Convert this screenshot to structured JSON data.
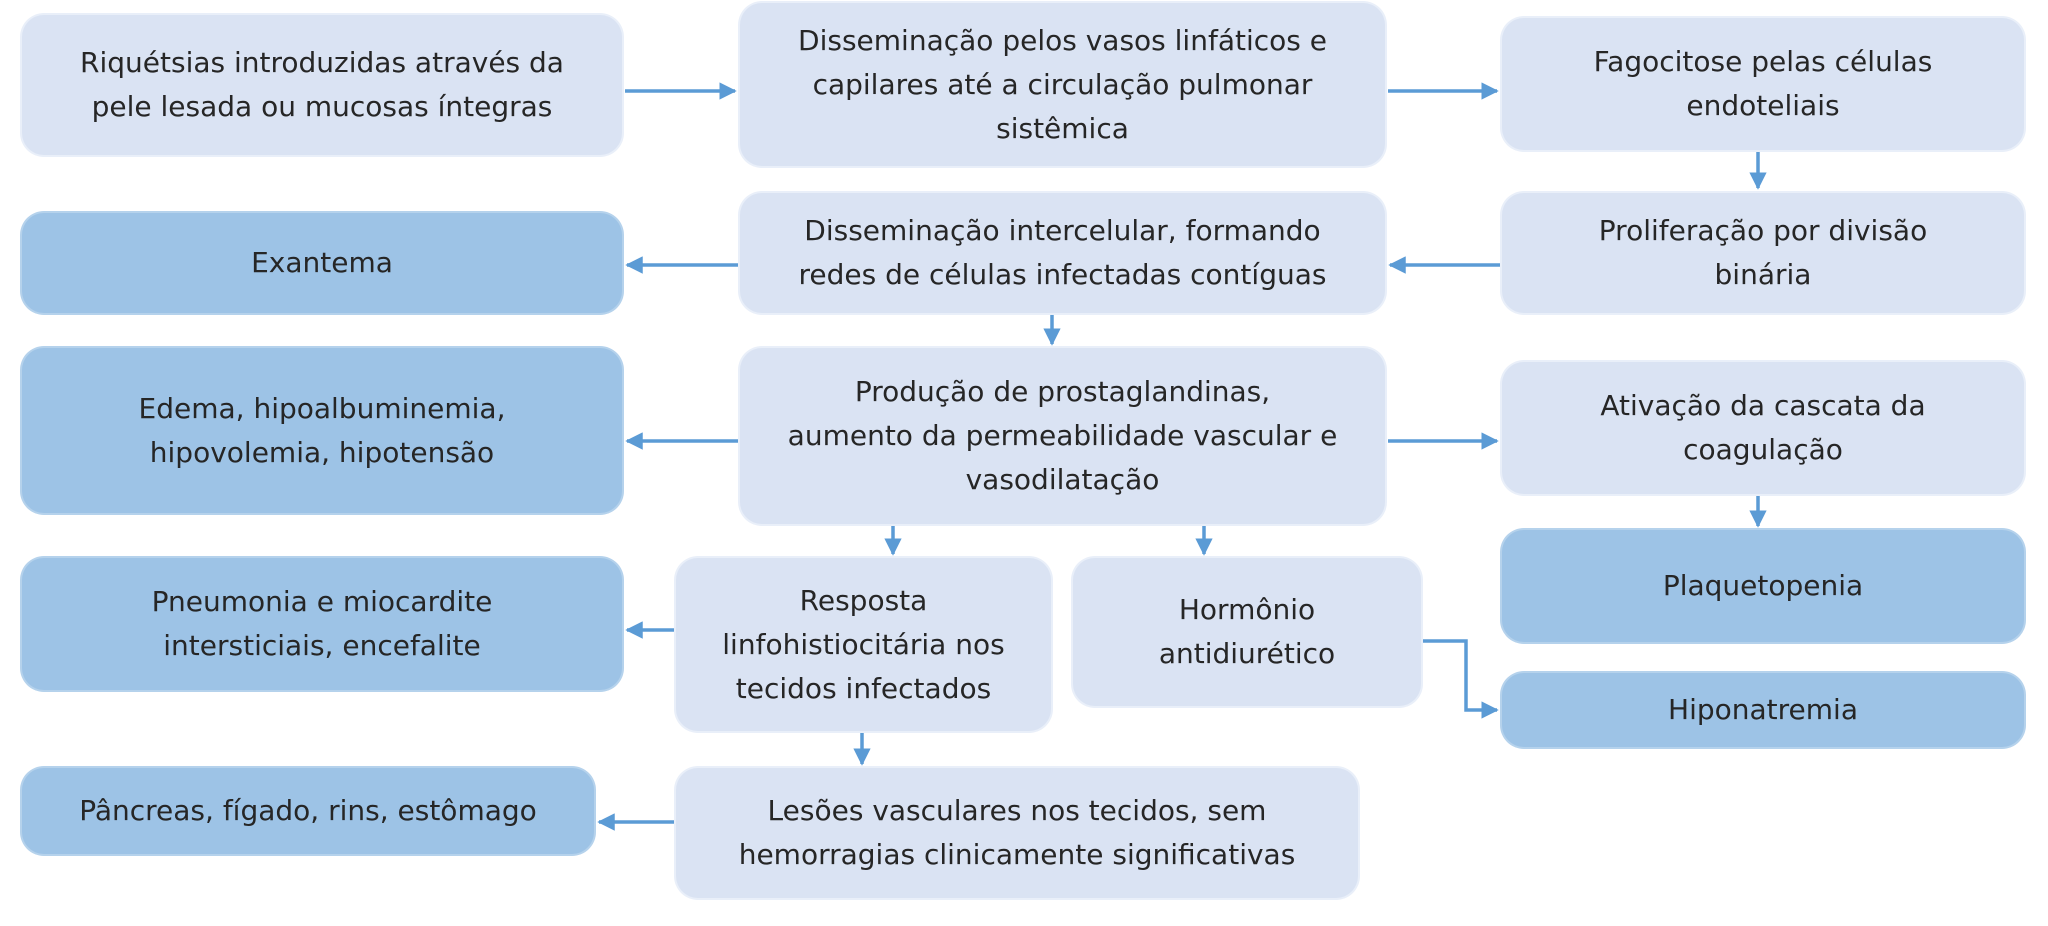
{
  "diagram": {
    "nodes": {
      "riquetsias": [
        "Riquétsias introduzidas através da",
        "pele lesada ou mucosas íntegras"
      ],
      "disseminacao_linfatica": [
        "Disseminação pelos vasos linfáticos e",
        "capilares até a circulação pulmonar",
        "sistêmica"
      ],
      "fagocitose": [
        "Fagocitose pelas células",
        "endoteliais"
      ],
      "proliferacao": [
        "Proliferação por divisão",
        "binária"
      ],
      "disseminacao_intercelular": [
        "Disseminação intercelular, formando",
        "redes de células infectadas contíguas"
      ],
      "exantema": [
        "Exantema"
      ],
      "prostaglandinas": [
        "Produção de prostaglandinas,",
        "aumento da permeabilidade vascular e",
        "vasodilatação"
      ],
      "edema": [
        "Edema, hipoalbuminemia,",
        "hipovolemia, hipotensão"
      ],
      "ativacao_coagulacao": [
        "Ativação da cascata da",
        "coagulação"
      ],
      "plaquetopenia": [
        "Plaquetopenia"
      ],
      "resposta": [
        "Resposta",
        "linfohistiocitária nos",
        "tecidos infectados"
      ],
      "hormonio": [
        "Hormônio",
        "antidiurético"
      ],
      "hiponatremia": [
        "Hiponatremia"
      ],
      "pneumonia": [
        "Pneumonia e miocardite",
        "intersticiais, encefalite"
      ],
      "lesoes": [
        "Lesões vasculares nos tecidos, sem",
        "hemorragias clinicamente significativas"
      ],
      "pancreas": [
        "Pâncreas, fígado, rins, estômago"
      ]
    },
    "edges": [
      [
        "riquetsias",
        "disseminacao_linfatica"
      ],
      [
        "disseminacao_linfatica",
        "fagocitose"
      ],
      [
        "fagocitose",
        "proliferacao"
      ],
      [
        "proliferacao",
        "disseminacao_intercelular"
      ],
      [
        "disseminacao_intercelular",
        "exantema"
      ],
      [
        "disseminacao_intercelular",
        "prostaglandinas"
      ],
      [
        "prostaglandinas",
        "edema"
      ],
      [
        "prostaglandinas",
        "ativacao_coagulacao"
      ],
      [
        "ativacao_coagulacao",
        "plaquetopenia"
      ],
      [
        "prostaglandinas",
        "resposta"
      ],
      [
        "prostaglandinas",
        "hormonio"
      ],
      [
        "hormonio",
        "hiponatremia"
      ],
      [
        "resposta",
        "pneumonia"
      ],
      [
        "resposta",
        "lesoes"
      ],
      [
        "lesoes",
        "pancreas"
      ]
    ],
    "colors": {
      "light_box": "#dae3f3",
      "dark_box": "#9dc3e6",
      "arrow": "#5b9bd5",
      "text": "#262626"
    }
  }
}
